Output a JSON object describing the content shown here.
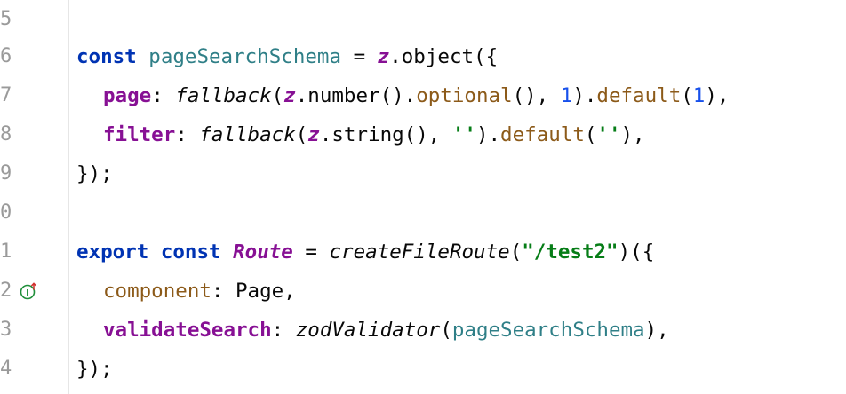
{
  "editor": {
    "lines": [
      {
        "number": "5"
      },
      {
        "number": "6",
        "t1": "const",
        "t2": " ",
        "t3": "pageSearchSchema",
        "t4": " = ",
        "t5": "z",
        "t6": ".object({"
      },
      {
        "number": "7",
        "t1": "page",
        "t2": ": ",
        "t3": "fallback",
        "t4": "(",
        "t5": "z",
        "t6": ".number().",
        "t7": "optional",
        "t8": "(), ",
        "t9": "1",
        "t10": ").",
        "t11": "default",
        "t12": "(",
        "t13": "1",
        "t14": "),"
      },
      {
        "number": "8",
        "t1": "filter",
        "t2": ": ",
        "t3": "fallback",
        "t4": "(",
        "t5": "z",
        "t6": ".string(), ",
        "t7": "''",
        "t8": ").",
        "t9": "default",
        "t10": "(",
        "t11": "''",
        "t12": "),"
      },
      {
        "number": "9",
        "t1": "});"
      },
      {
        "number": "0"
      },
      {
        "number": "1",
        "t1": "export",
        "t2": " ",
        "t3": "const",
        "t4": " ",
        "t5": "Route",
        "t6": " = ",
        "t7": "createFileRoute",
        "t8": "(",
        "t9": "\"/test2\"",
        "t10": ")({"
      },
      {
        "number": "2",
        "t1": "component",
        "t2": ": Page,"
      },
      {
        "number": "3",
        "t1": "validateSearch",
        "t2": ": ",
        "t3": "zodValidator",
        "t4": "(",
        "t5": "pageSearchSchema",
        "t6": "),"
      },
      {
        "number": "4",
        "t1": "});"
      }
    ],
    "gutter_icon": "implementation-marker-icon"
  }
}
